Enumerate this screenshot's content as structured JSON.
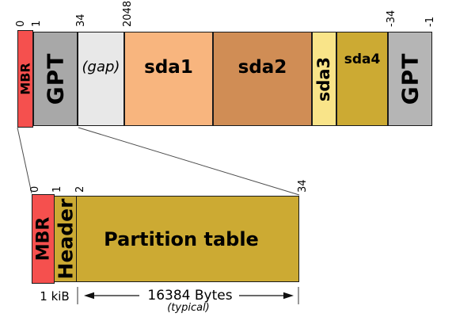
{
  "colors": {
    "mbr": "#f5504e",
    "gpt_primary": "#a8a8a8",
    "gpt_backup": "#b5b5b5",
    "gap": "#e8e8e8",
    "sda1": "#f8b57e",
    "sda2": "#d08d55",
    "sda3": "#f9e489",
    "gold": "#ccaa33",
    "border": "#1a1a1a",
    "text": "#000000"
  },
  "disk_bar": {
    "description": "full disk layout bar",
    "segments": [
      {
        "label": "MBR"
      },
      {
        "label": "GPT"
      },
      {
        "label": "(gap)"
      },
      {
        "label": "sda1"
      },
      {
        "label": "sda2"
      },
      {
        "label": "sda3"
      },
      {
        "label": "sda4"
      },
      {
        "label": "GPT"
      }
    ],
    "ticks": [
      "0",
      "1",
      "34",
      "2048",
      "-34",
      "-1"
    ]
  },
  "gpt_zoom_bar": {
    "description": "zoomed view of first 34 sectors",
    "segments": [
      {
        "label": "MBR"
      },
      {
        "label": "Header"
      },
      {
        "label": "Partition table"
      }
    ],
    "ticks": [
      "0",
      "1",
      "2",
      "34"
    ]
  },
  "annotations": {
    "left_size": "1 kiB",
    "span_size": "16384 Bytes",
    "span_note": "(typical)"
  }
}
